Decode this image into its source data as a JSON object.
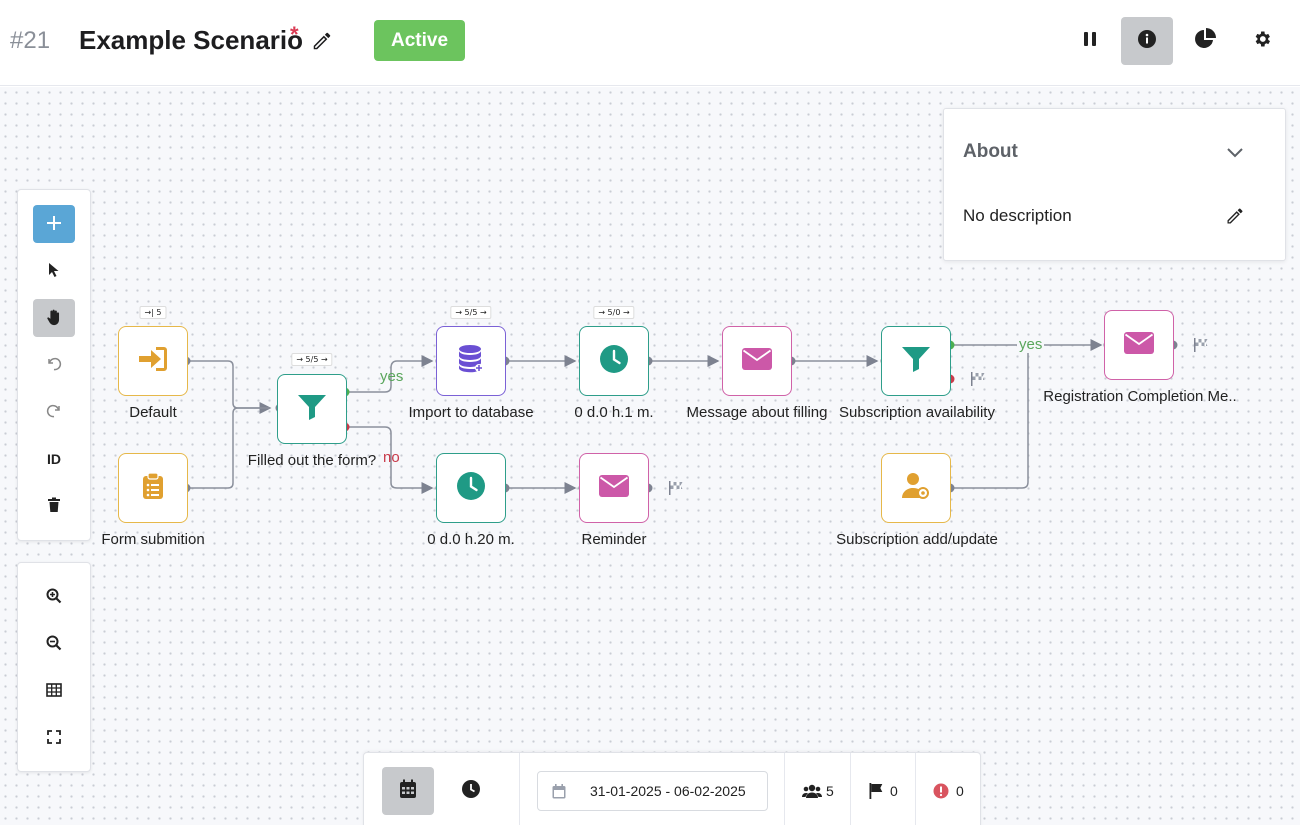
{
  "header": {
    "scenario_id": "#21",
    "scenario_name": "Example Scenario",
    "unsaved_marker": "*",
    "status": "Active",
    "status_color": "#6cc45e"
  },
  "about": {
    "title": "About",
    "description": "No description"
  },
  "toolbar": {
    "id_label": "ID"
  },
  "nodes": {
    "default": {
      "label": "Default",
      "counter": "→| 5"
    },
    "form_submition": {
      "label": "Form submition"
    },
    "filter": {
      "label": "Filled out the form?",
      "counter": "→ 5/5 →"
    },
    "import_db": {
      "label": "Import to database",
      "counter": "→ 5/5 →"
    },
    "delay1": {
      "label": "0 d.0 h.1 m.",
      "counter": "→ 5/0 →"
    },
    "message_filling": {
      "label": "Message about filling"
    },
    "subscription_avail": {
      "label": "Subscription availability"
    },
    "registration": {
      "label": "Registration Completion Me.."
    },
    "delay20": {
      "label": "0 d.0 h.20 m."
    },
    "reminder": {
      "label": "Reminder"
    },
    "subscription_add": {
      "label": "Subscription add/update"
    }
  },
  "edges": {
    "filter_yes": "yes",
    "filter_no": "no",
    "subscription_yes": "yes"
  },
  "bottom_bar": {
    "date_range": "31-01-2025 - 06-02-2025",
    "contacts": "5",
    "finished": "0",
    "errors": "0"
  },
  "colors": {
    "yellow": "#e6b84a",
    "purple": "#7b61d6",
    "teal": "#2e9e8a",
    "pink": "#d062a8",
    "primary": "#5aa6d6"
  }
}
